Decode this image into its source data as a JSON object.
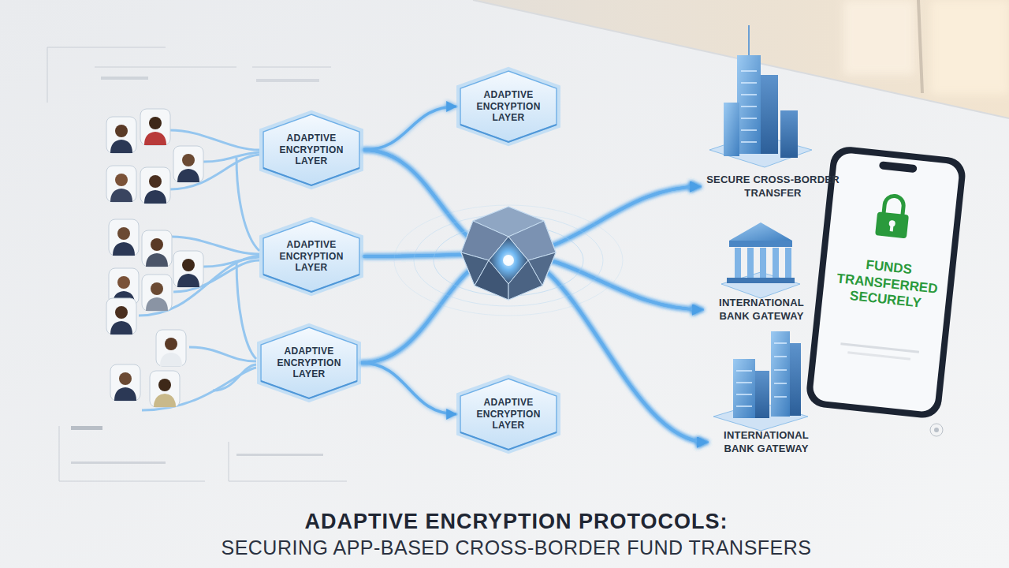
{
  "diagram": {
    "title": "ADAPTIVE ENCRYPTION PROTOCOLS:",
    "caption": "SECURING APP-BASED CROSS-BORDER FUND TRANSFERS",
    "nodes": [
      {
        "text": [
          "ADAPTIVE ENCRYPTION LAYER"
        ]
      },
      {
        "text": [
          "ADAPTIVE ENCRYPTION LAYER"
        ]
      },
      {
        "text": [
          "ADAPTIVE ENCRYPTION LAYER"
        ]
      },
      {
        "text": [
          "ADAPTIVE ENCRYPTION LAYER"
        ]
      },
      {
        "text": [
          "ADAPTIVE ENCRYPTION LAYER"
        ]
      },
      {
        "text": [
          "SECURE CROSS-BORDER TRANSFER"
        ]
      },
      {
        "text": [
          "INTERNATIONAL BANK GATEWAY"
        ]
      },
      {
        "text": [
          "INTERNATIONAL BANK GATEWAY"
        ]
      },
      {
        "text": [
          "FUNDS TRANSFERRED SECURELY"
        ]
      }
    ],
    "edges": [
      {
        "from": 0,
        "to": 3,
        "arrow": "to"
      },
      {
        "from": 2,
        "to": 4,
        "arrow": "to"
      },
      {
        "from": 0,
        "to": 5,
        "arrow": "to"
      },
      {
        "from": 0,
        "to": 6,
        "arrow": "to"
      },
      {
        "from": 0,
        "to": 7,
        "arrow": "to"
      },
      {
        "from": 1,
        "to": 5,
        "arrow": "to"
      },
      {
        "from": 1,
        "to": 6,
        "arrow": "to"
      },
      {
        "from": 1,
        "to": 7,
        "arrow": "to"
      },
      {
        "from": 2,
        "to": 5,
        "arrow": "to"
      },
      {
        "from": 2,
        "to": 6,
        "arrow": "to"
      },
      {
        "from": 2,
        "to": 7,
        "arrow": "to"
      }
    ]
  }
}
